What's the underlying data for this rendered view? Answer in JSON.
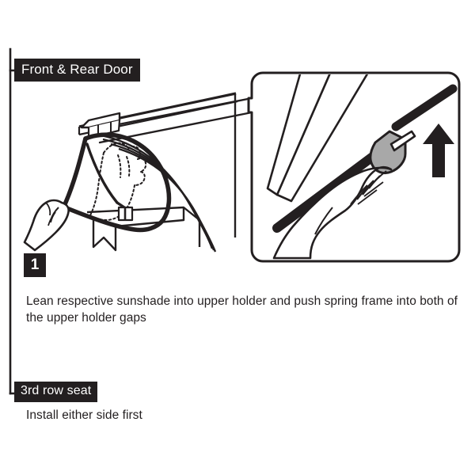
{
  "document": {
    "type": "installation-instruction-diagram",
    "subject": "Vehicle sunshade installation",
    "background_color": "#ffffff",
    "ink_color": "#231f20",
    "accent_gray": "#a8a8a8"
  },
  "bracket": {
    "name": "section-bracket",
    "orientation": "vertical-left"
  },
  "sections": [
    {
      "id": "front-rear-door",
      "label": "Front & Rear Door",
      "step_number": "1",
      "instruction": "Lean respective sunshade into upper holder and push spring frame into both of the upper holder gaps"
    },
    {
      "id": "third-row-seat",
      "label": "3rd row seat",
      "instruction": "Install either side first"
    }
  ],
  "illustrations": {
    "main": {
      "name": "door-window-sunshade-install",
      "description": "Line drawing of a hand leaning a triangular spring-frame sunshade into a vehicle door window upper holder",
      "elements": [
        "upper-holder-rail",
        "spring-frame",
        "sunshade-mesh",
        "hand-front",
        "hand-dotted-behind",
        "door-body-contour",
        "frame-clip"
      ]
    },
    "inset": {
      "name": "upper-holder-gap-detail",
      "description": "Zoomed detail of fingers pushing the spring frame upward into the gray upper holder gap",
      "arrow_direction": "up",
      "holder_color": "#a8a8a8",
      "elements": [
        "holder-clip",
        "spring-frame-rod",
        "hand-pushing",
        "push-arrow"
      ]
    },
    "leader_lines": {
      "name": "callout-leader-lines",
      "count": 2,
      "from": "main-illustration-upper-rail",
      "to": "inset-panel-left-notch"
    }
  }
}
